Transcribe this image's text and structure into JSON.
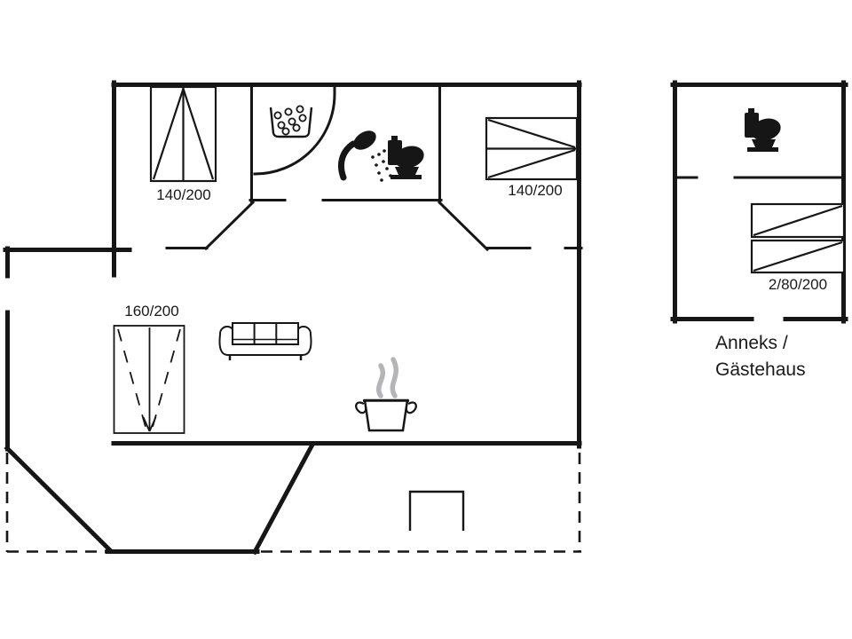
{
  "floor_plan": {
    "type": "holiday-house-floor-plan",
    "main_house": {
      "bedroom1": {
        "bed_label": "140/200",
        "bed_icon": "double-bed-icon"
      },
      "bedroom2": {
        "bed_label": "140/200",
        "bed_icon": "double-bed-icon"
      },
      "bathroom": {
        "icons": [
          "washbasin-icon",
          "shower-icon",
          "toilet-icon"
        ]
      },
      "living_room": {
        "bed_label": "160/200",
        "bed_icon": "double-bed-dashed-icon",
        "icons": [
          "sofa-icon",
          "cooking-pot-icon"
        ]
      },
      "terrace": {
        "style": "dashed-outline",
        "icons": [
          "step-icon"
        ]
      }
    },
    "annex": {
      "title_line1": "Anneks /",
      "title_line2": "Gästehaus",
      "bed_label": "2/80/200",
      "icons": [
        "toilet-icon",
        "single-bed-icon",
        "single-bed-icon"
      ]
    },
    "colors": {
      "wall": "#161616",
      "steam": "#b4b4b9",
      "text": "#1a1a1a",
      "background": "#ffffff"
    }
  }
}
